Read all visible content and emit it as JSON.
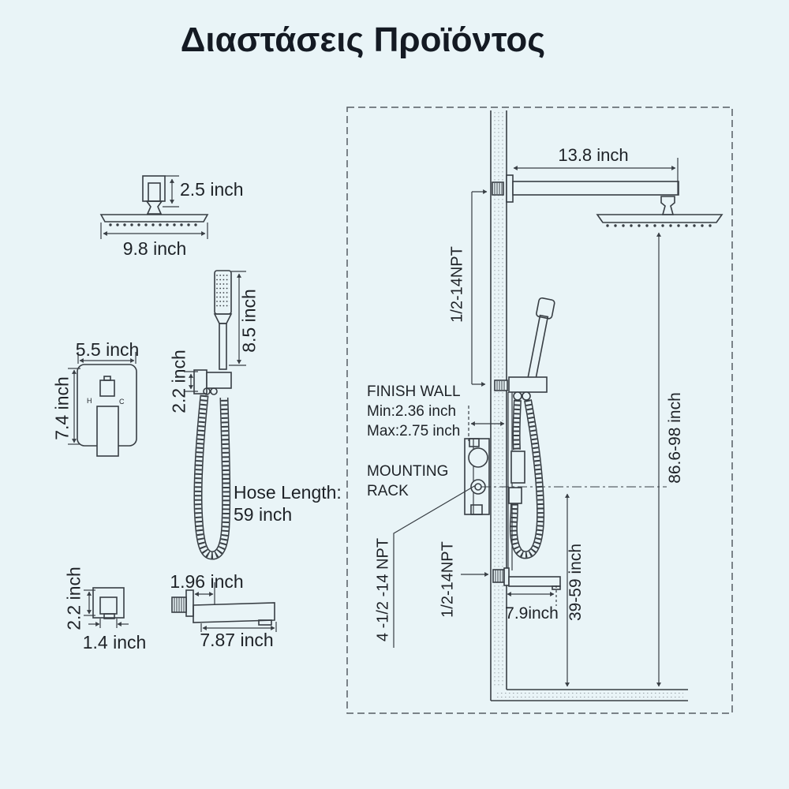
{
  "title": "Διαστάσεις Προϊόντος",
  "colors": {
    "background": "#e9f4f7",
    "line": "#383e44",
    "text": "#1e2227"
  },
  "parts": {
    "shower_head": {
      "connector_height": "2.5 inch",
      "head_width": "9.8 inch"
    },
    "hand_shower": {
      "wand_length": "8.5 inch",
      "holder_height": "2.2 inch",
      "hose_length": "Hose Length:\n59 inch"
    },
    "valve": {
      "width": "5.5 inch",
      "height": "7.4 inch",
      "hot_label": "H",
      "cold_label": "C"
    },
    "wall_elbow": {
      "height": "2.2 inch",
      "width": "1.4 inch"
    },
    "tub_spout": {
      "thread_length": "1.96 inch",
      "spout_length": "7.87 inch"
    }
  },
  "installation": {
    "arm_length": "13.8 inch",
    "upper_thread": "1/2-14NPT",
    "finish_wall": "FINISH WALL\nMin:2.36 inch\nMax:2.75 inch",
    "mounting_rack": "MOUNTING\nRACK",
    "valve_threads": "4 -1/2 -14 NPT",
    "spout_thread": "1/2-14NPT",
    "spout_reach": "7.9inch",
    "spout_height_range": "39-59 inch",
    "head_height_range": "86.6-98 inch"
  }
}
